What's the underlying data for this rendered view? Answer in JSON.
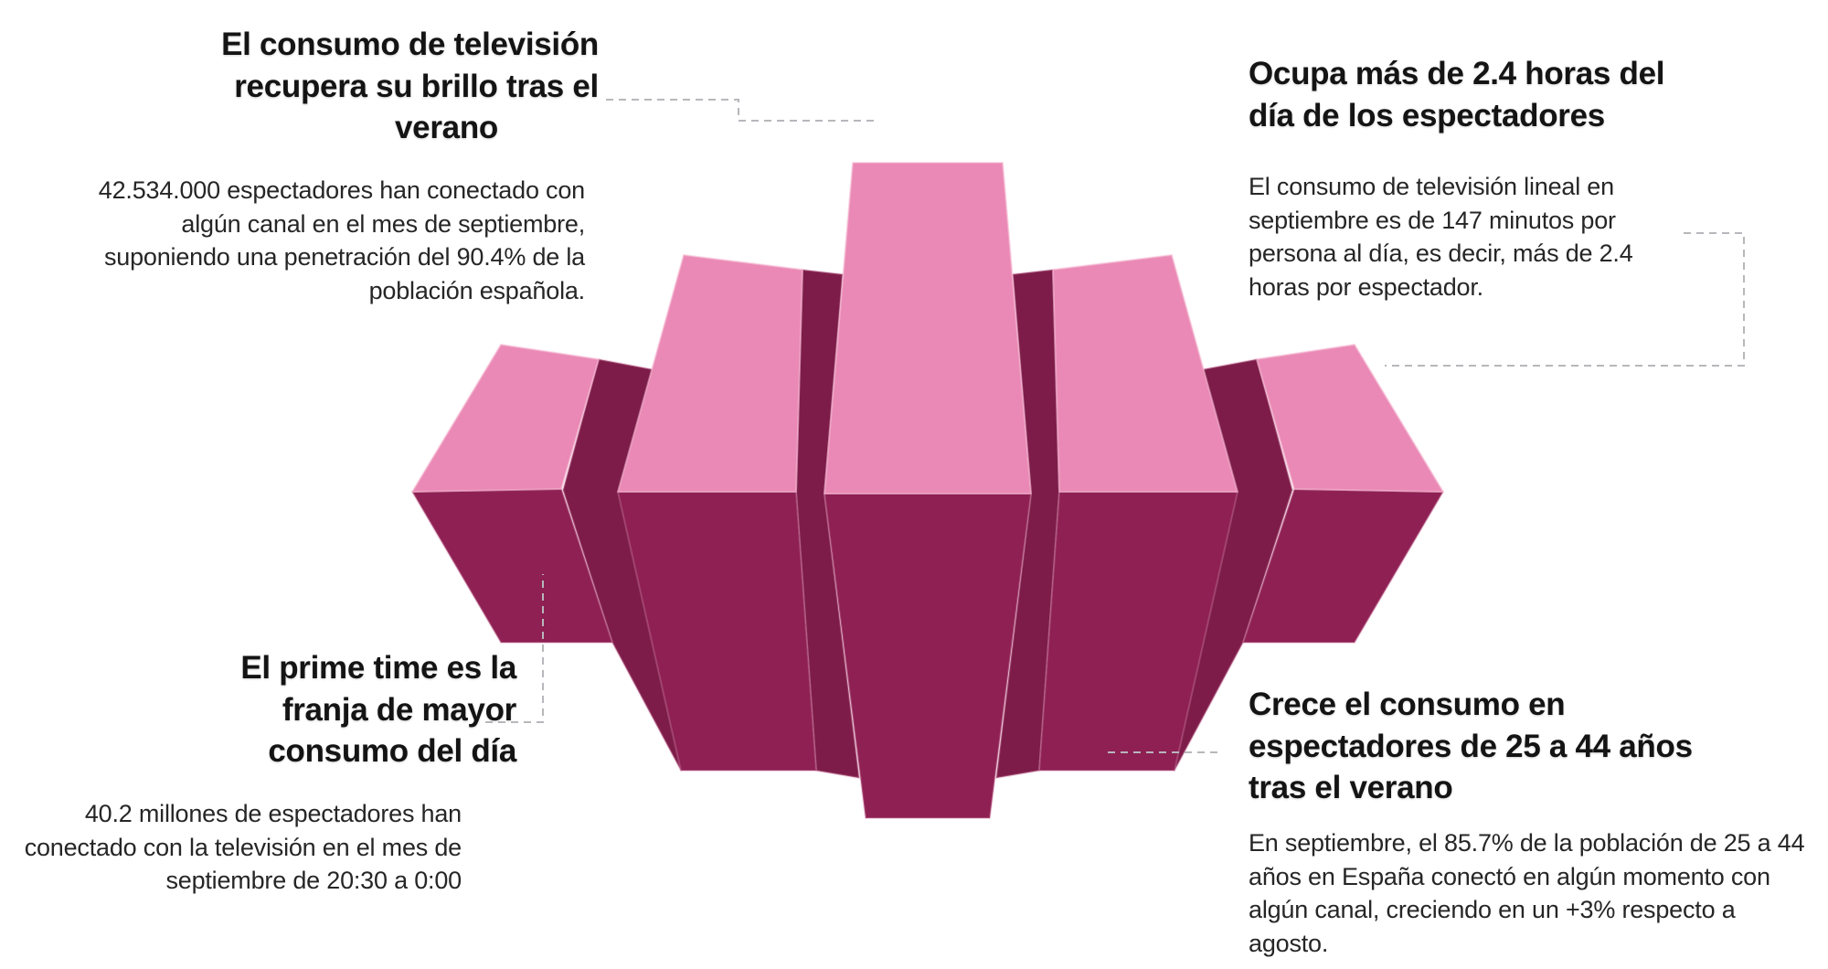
{
  "callouts": {
    "top_left": {
      "heading_lines": [
        "El consumo de televisión",
        "recupera su brillo tras el",
        "verano"
      ],
      "body": "42.534.000 espectadores han conectado con algún canal en el mes de septiembre, suponiendo una penetración del 90.4% de la población española."
    },
    "top_right": {
      "heading_lines": [
        "Ocupa más de 2.4 horas del",
        "día de los espectadores"
      ],
      "body": "El consumo de televisión lineal en septiembre es de 147 minutos por persona al día, es decir, más de 2.4 horas por espectador."
    },
    "bottom_left": {
      "heading_lines": [
        "El prime time es la",
        "franja de mayor",
        "consumo del día"
      ],
      "body": "40.2 millones de espectadores han conectado con la televisión en el mes de septiembre de 20:30 a 0:00"
    },
    "bottom_right": {
      "heading_lines": [
        "Crece el consumo en",
        "espectadores de 25 a 44 años",
        "tras el verano"
      ],
      "body": "En septiembre, el 85.7% de la población de 25 a 44 años en España conectó en algún momento con algún canal, creciendo en un +3% respecto a agosto."
    }
  },
  "figure": {
    "description": "Five 3D pink bars arranged as a symmetric equalizer (small, medium, large, medium, small), light pink upper faces and dark magenta lower/side faces",
    "bar_sizes": [
      "small",
      "medium",
      "large",
      "medium",
      "small"
    ]
  },
  "colors": {
    "pink": "#ea89b5",
    "dark": "#8e2053",
    "darkest": "#7d1c49",
    "connector": "#b7b7bc",
    "heading_text": "#141414",
    "body_text": "#262626"
  }
}
